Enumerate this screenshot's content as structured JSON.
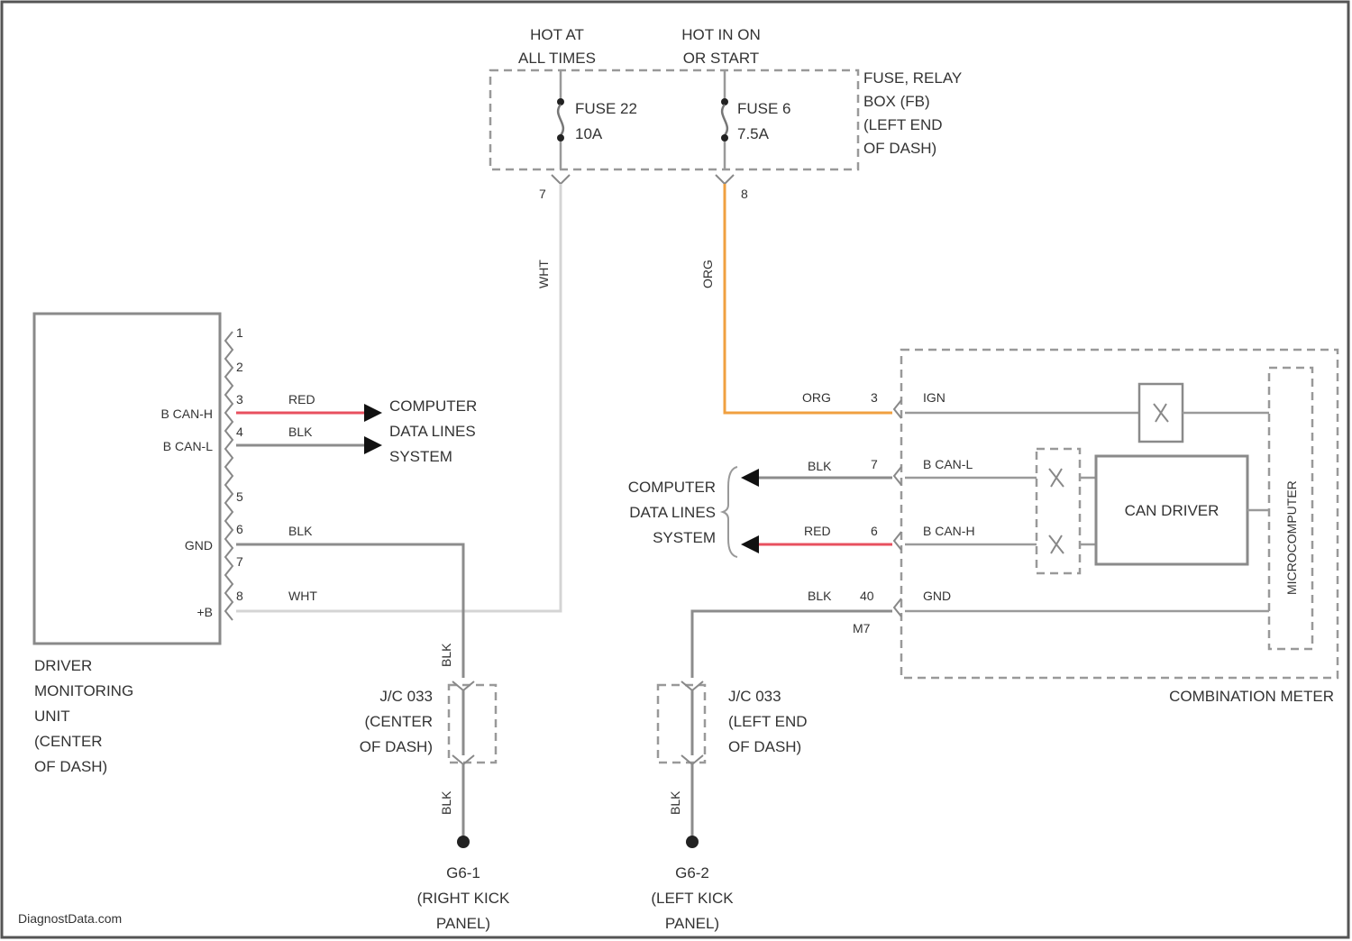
{
  "header": {
    "hot_at_line1": "HOT AT",
    "hot_at_line2": "ALL TIMES",
    "hot_in_line1": "HOT IN ON",
    "hot_in_line2": "OR START"
  },
  "fuse_box": {
    "label": [
      "FUSE, RELAY",
      "BOX (FB)",
      "(LEFT END",
      "OF DASH)"
    ],
    "fuse1_name": "FUSE 22",
    "fuse1_rating": "10A",
    "fuse1_pin": "7",
    "fuse2_name": "FUSE 6",
    "fuse2_rating": "7.5A",
    "fuse2_pin": "8"
  },
  "wires": {
    "wht": "WHT",
    "org": "ORG",
    "red": "RED",
    "blk": "BLK"
  },
  "driver_monitoring_unit": {
    "label": [
      "DRIVER",
      "MONITORING",
      "UNIT",
      "(CENTER",
      "OF DASH)"
    ],
    "pins": [
      "1",
      "2",
      "3",
      "4",
      "5",
      "6",
      "7",
      "8"
    ],
    "b_can_h": "B CAN-H",
    "b_can_l": "B CAN-L",
    "gnd": "GND",
    "plus_b": "+B"
  },
  "computer_data_lines_left": [
    "COMPUTER",
    "DATA LINES",
    "SYSTEM"
  ],
  "computer_data_lines_right": [
    "COMPUTER",
    "DATA LINES",
    "SYSTEM"
  ],
  "combination_meter": {
    "label": "COMBINATION METER",
    "pin_ign": "3",
    "ign": "IGN",
    "pin_can_l": "7",
    "b_can_l": "B CAN-L",
    "pin_can_h": "6",
    "b_can_h": "B CAN-H",
    "pin_gnd": "40",
    "gnd": "GND",
    "connector": "M7",
    "can_driver": "CAN DRIVER",
    "microcomputer": "MICROCOMPUTER"
  },
  "junctions": {
    "jc_left": [
      "J/C 033",
      "(CENTER",
      "OF DASH)"
    ],
    "jc_right": [
      "J/C 033",
      "(LEFT END",
      "OF DASH)"
    ]
  },
  "grounds": {
    "g1": [
      "G6-1",
      "(RIGHT KICK",
      "PANEL)"
    ],
    "g2": [
      "G6-2",
      "(LEFT KICK",
      "PANEL)"
    ]
  },
  "watermark": "DiagnostData.com",
  "colors": {
    "red_wire": "#e8505f",
    "org_wire": "#f0a040",
    "blk_wire": "#8c8c8c",
    "wht_wire": "#d4d4d4"
  }
}
